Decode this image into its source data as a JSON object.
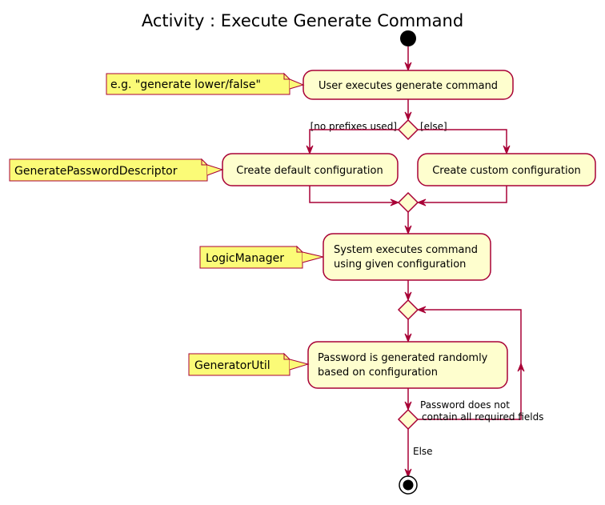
{
  "title": "Activity : Execute Generate Command",
  "colors": {
    "activity_fill": "#FEFECE",
    "border": "#A80036",
    "note_fill": "#FBFB77",
    "start_fill": "#000000"
  },
  "activities": {
    "user_executes": "User executes generate command",
    "default_config": "Create default configuration",
    "custom_config": "Create custom configuration",
    "system_executes_1": "System executes command",
    "system_executes_2": "using given configuration",
    "password_generated_1": "Password is generated randomly",
    "password_generated_2": "based on configuration"
  },
  "notes": {
    "example": "e.g. \"generate lower/false\"",
    "descriptor": "GeneratePasswordDescriptor",
    "logic_manager": "LogicManager",
    "generator_util": "GeneratorUtil"
  },
  "guards": {
    "no_prefixes": "[no prefixes used]",
    "else_bracket": "[else]",
    "loop_1": "Password does not",
    "loop_2": "contain all required fields",
    "else_plain": "Else"
  }
}
